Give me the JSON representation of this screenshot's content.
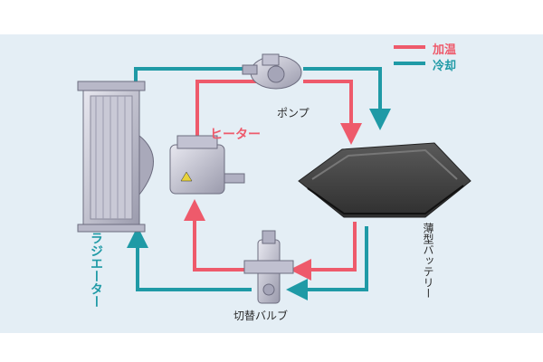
{
  "legend": {
    "heating_label": "加温",
    "cooling_label": "冷却",
    "heating_color": "#ee5a6b",
    "cooling_color": "#1f9aa6"
  },
  "labels": {
    "pump": "ポンプ",
    "heater": "ヒーター",
    "radiator": "ラジエーター",
    "battery": "薄型バッテリー",
    "valve": "切替バルブ"
  }
}
